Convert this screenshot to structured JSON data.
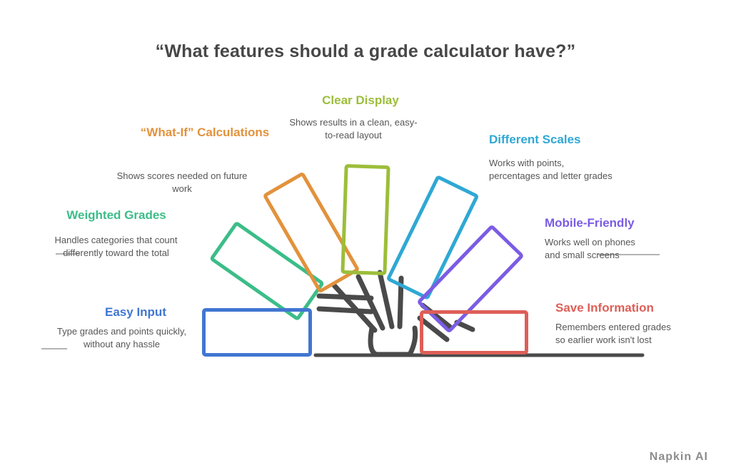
{
  "title": "“What features should a grade calculator have?”",
  "watermark": "Napkin AI",
  "colors": {
    "title_text": "#474747",
    "description_text": "#565656",
    "hand_sketch": "#4a4a4a",
    "connector_line": "#9b9b9b"
  },
  "features": [
    {
      "id": "easy-input",
      "label": "Easy Input",
      "color": "#4176d2",
      "desc": "Type grades and points quickly, without any hassle"
    },
    {
      "id": "weighted-grades",
      "label": "Weighted Grades",
      "color": "#3bbd88",
      "desc": "Handles categories that count differently toward the total"
    },
    {
      "id": "what-if-calculations",
      "label": "“What-If” Calculations",
      "color": "#e2923c",
      "desc": "Shows scores needed on future work"
    },
    {
      "id": "clear-display",
      "label": "Clear Display",
      "color": "#9cbe3a",
      "desc": "Shows results in a clean, easy-to-read layout"
    },
    {
      "id": "different-scales",
      "label": "Different Scales",
      "color": "#2fa8d4",
      "desc": "Works with points, percentages and letter grades"
    },
    {
      "id": "mobile-friendly",
      "label": "Mobile-Friendly",
      "color": "#7b5ce4",
      "desc": "Works well on phones and small screens"
    },
    {
      "id": "save-information",
      "label": "Save Information",
      "color": "#dd5f58",
      "desc": "Remembers entered grades so earlier work isn't lost"
    }
  ]
}
